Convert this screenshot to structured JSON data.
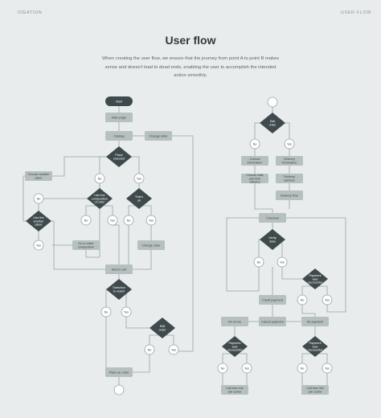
{
  "header": {
    "brand": "IDEATION",
    "section": "USER FLOW",
    "title": "User flow",
    "subtitle": "When creating the user flow, we ensure that the journey from point A to point B makes sense and doesn't lead to dead ends, enabling the user to accomplish the intended action smoothly."
  },
  "colors": {
    "background": "#e9ecec",
    "process_fill": "#b7c0c0",
    "decision_fill": "#3f4a4c",
    "terminal_fill": "#3f4a4c",
    "connector_fill": "#ffffff",
    "line": "#97a2a2"
  },
  "flow": {
    "left": {
      "start": "Start",
      "main_page": "Main page",
      "catalog": "Catalog",
      "change_order": "Change order",
      "place_selected": "Place selected",
      "no_1": "No",
      "yes_1": "Yes",
      "choose_another": "Choose another place",
      "like_composition": "Like the composition of order",
      "thats_all": "That's all",
      "no_2": "No",
      "no_3": "No",
      "yes_2": "Yes",
      "yes_3": "Yes",
      "like_another": "Like the another place",
      "no_4": "No",
      "yes_4": "Yes",
      "go_to_composition": "Go to order composition",
      "change_order_2": "Change order",
      "add_to_cart": "Add to cart",
      "selection_match": "Selection to match",
      "no_5": "No",
      "yes_5": "Yes",
      "edit_order": "Edit order",
      "no_6": "No",
      "yes_6": "Yes",
      "place_an_order": "Place an order"
    },
    "right": {
      "edit_order": "Edit order",
      "no_1": "No",
      "yes_1": "Yes",
      "contact_information": "Contact information",
      "delivery_information": "Delivery information",
      "choose_date": "Choose date and time delivery",
      "delivery_address": "Delivery address",
      "delivery_time": "Delivery time",
      "checkout": "Checkout",
      "verify_data": "Verify data",
      "no_2": "No",
      "yes_2": "Yes",
      "payment_successful": "Payment was successful",
      "credit_payment": "Credit payment",
      "no_3": "No",
      "yes_3": "Yes",
      "fix_errors": "Fix errors",
      "cancel_payment": "Cancel payment",
      "no_payment": "No payment",
      "payment_successful_2": "Payment was successful",
      "no_4": "No",
      "yes_4": "Yes",
      "no_5": "No",
      "yes_5": "Yes",
      "call_from_manager_1": "Call from the call center",
      "call_from_manager_2": "Call from the call center"
    }
  }
}
